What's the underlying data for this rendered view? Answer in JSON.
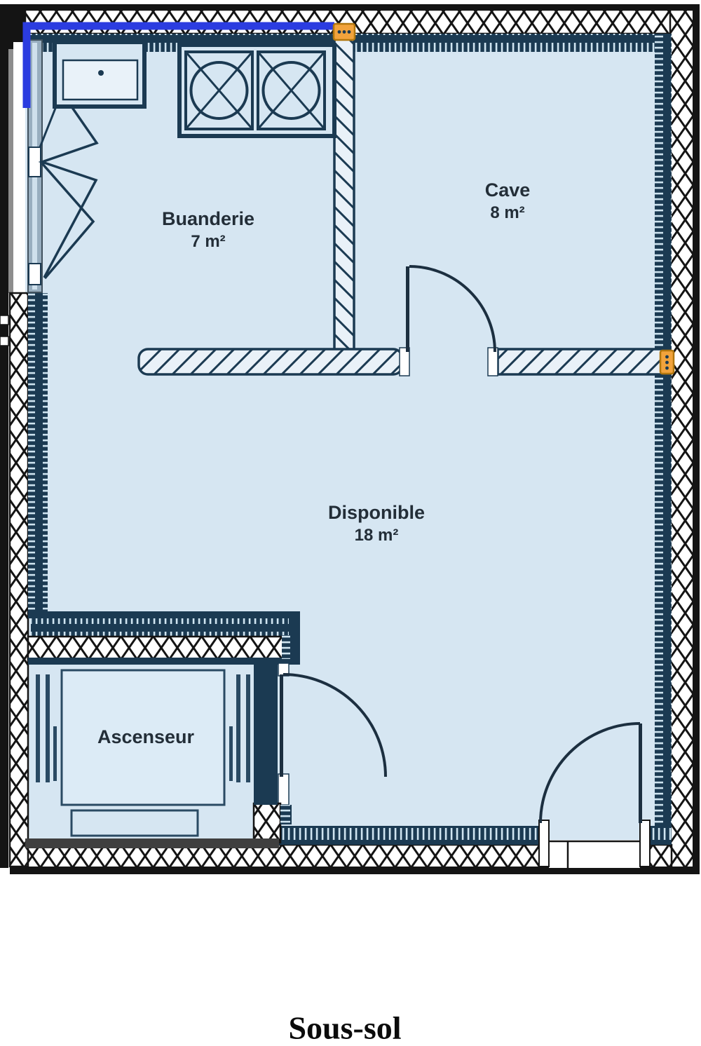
{
  "title": "Sous-sol",
  "rooms": [
    {
      "name": "Buanderie",
      "area": "7 m²"
    },
    {
      "name": "Cave",
      "area": "8 m²"
    },
    {
      "name": "Disponible",
      "area": "18 m²"
    },
    {
      "name": "Ascenseur",
      "area": ""
    }
  ],
  "doors": [
    {
      "id": "cave-door",
      "type": "swing"
    },
    {
      "id": "elevator-lobby-door",
      "type": "swing"
    },
    {
      "id": "exterior-door",
      "type": "swing"
    },
    {
      "id": "buanderie-folding-door",
      "type": "folding"
    }
  ],
  "fixtures": [
    {
      "id": "sink",
      "room": "Buanderie"
    },
    {
      "id": "washing-machine",
      "room": "Buanderie",
      "count": 2
    },
    {
      "id": "elevator-car",
      "room": "Ascenseur"
    },
    {
      "id": "elevator-counterweight",
      "room": "Ascenseur"
    }
  ],
  "selection": {
    "handles": 2
  },
  "colors": {
    "floor": "#d6e6f2",
    "wall_navy": "#1b3a52",
    "exterior_black": "#141414",
    "insulation_tick": "#cfe4f0",
    "partition_bg": "#e9f1f8",
    "selected_wall_blue": "#2b3ce0",
    "handle_orange": "#f2a33c",
    "handle_border": "#b3770e",
    "glazing_gray": "#98aebf",
    "shaft_gray": "#3f3f3f",
    "label_text": "#232e38"
  }
}
